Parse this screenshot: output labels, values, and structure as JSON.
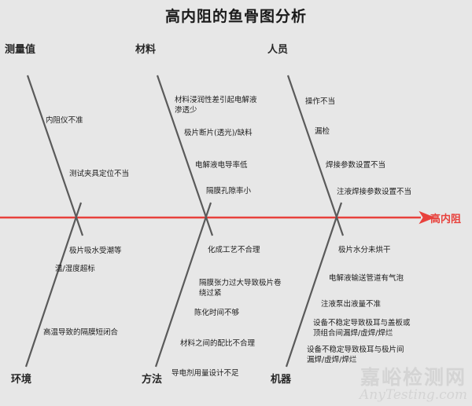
{
  "title": "高内阻的鱼骨图分析",
  "colors": {
    "background": "#e7e7e7",
    "spine": "#e8413c",
    "branch": "#5a5a5a",
    "text": "#1c1c1c",
    "watermark": "#d4d4d4"
  },
  "spine": {
    "effect_label": "高内阻"
  },
  "categories": [
    {
      "id": "measurement",
      "label": "测量值",
      "position": "top",
      "causes": [
        "内阻仪不准",
        "测试夹具定位不当"
      ]
    },
    {
      "id": "material",
      "label": "材料",
      "position": "top",
      "causes": [
        "材料浸润性差引起电解液\n渗透少",
        "极片断片(透光)/缺料",
        "电解液电导率低",
        "隔膜孔隙率小"
      ]
    },
    {
      "id": "personnel",
      "label": "人员",
      "position": "top",
      "causes": [
        "操作不当",
        "漏检",
        "焊接参数设置不当",
        "注液焊接参数设置不当"
      ]
    },
    {
      "id": "environment",
      "label": "环境",
      "position": "bottom",
      "causes": [
        "极片吸水受潮等",
        "温/湿度超标",
        "高温导致的隔膜短闭合"
      ]
    },
    {
      "id": "method",
      "label": "方法",
      "position": "bottom",
      "causes": [
        "化成工艺不合理",
        "隔膜张力过大导致极片卷\n绕过紧",
        "陈化时间不够",
        "材料之间的配比不合理",
        "导电剂用量设计不足"
      ]
    },
    {
      "id": "machine",
      "label": "机器",
      "position": "bottom",
      "causes": [
        "极片水分未烘干",
        "电解液输送管道有气泡",
        "注液泵出液量不准",
        "设备不稳定导致极耳与盖板或\n顶组合间漏焊/虚焊/焊烂",
        "设备不稳定导致极耳与极片间\n漏焊/虚焊/焊烂"
      ]
    }
  ],
  "watermark": {
    "cn": "嘉峪检测网",
    "en": "AnyTesting.com"
  }
}
